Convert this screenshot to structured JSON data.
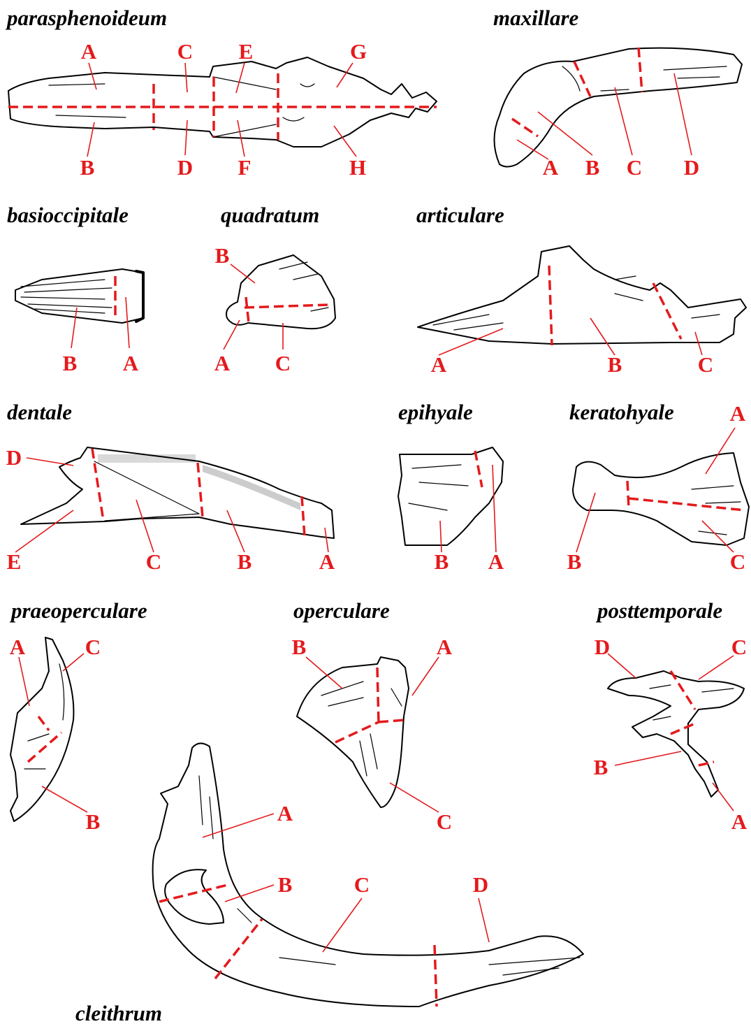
{
  "colors": {
    "accent": "#e41a1c",
    "ink": "#000000"
  },
  "bones": {
    "parasphenoideum": {
      "name": "parasphenoideum",
      "labels": [
        "A",
        "B",
        "C",
        "D",
        "E",
        "F",
        "G",
        "H"
      ]
    },
    "maxillare": {
      "name": "maxillare",
      "labels": [
        "A",
        "B",
        "C",
        "D"
      ]
    },
    "basioccipitale": {
      "name": "basioccipitale",
      "labels": [
        "B",
        "A"
      ]
    },
    "quadratum": {
      "name": "quadratum",
      "labels": [
        "B",
        "A",
        "C"
      ]
    },
    "articulare": {
      "name": "articulare",
      "labels": [
        "A",
        "B",
        "C"
      ]
    },
    "dentale": {
      "name": "dentale",
      "labels": [
        "D",
        "E",
        "C",
        "B",
        "A"
      ]
    },
    "epihyale": {
      "name": "epihyale",
      "labels": [
        "B",
        "A"
      ]
    },
    "keratohyale": {
      "name": "keratohyale",
      "labels": [
        "A",
        "B",
        "C"
      ]
    },
    "praeoperculare": {
      "name": "praeoperculare",
      "labels": [
        "A",
        "C",
        "B"
      ]
    },
    "operculare": {
      "name": "operculare",
      "labels": [
        "B",
        "A",
        "C"
      ]
    },
    "posttemporale": {
      "name": "posttemporale",
      "labels": [
        "D",
        "C",
        "B",
        "A"
      ]
    },
    "cleithrum": {
      "name": "cleithrum",
      "labels": [
        "A",
        "B",
        "C",
        "D"
      ]
    }
  }
}
